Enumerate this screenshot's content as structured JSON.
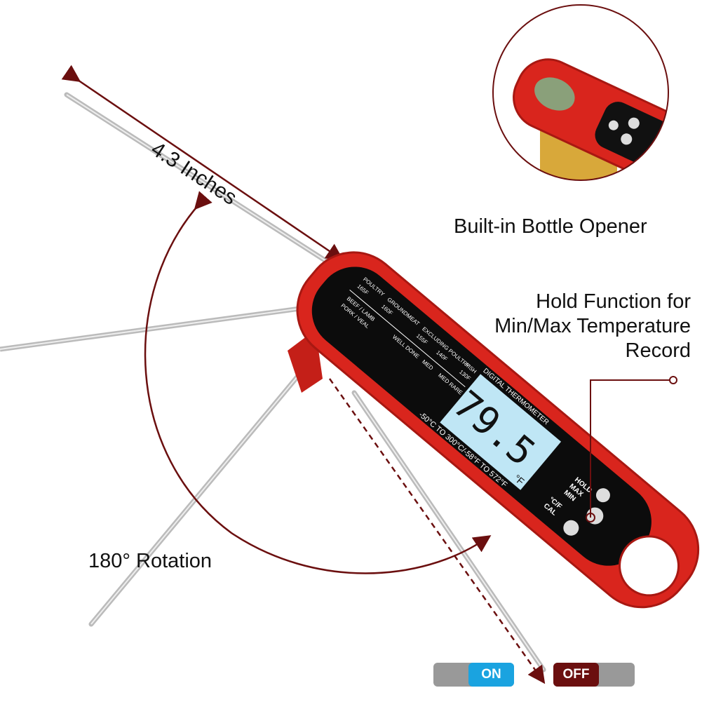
{
  "labels": {
    "length": "4.3 Inches",
    "bottle_opener": "Built-in Bottle Opener",
    "hold_function": [
      "Hold Function for",
      "Min/Max Temperature",
      "Record"
    ],
    "rotation": "180° Rotation"
  },
  "device": {
    "brand_text": "DIGITAL THERMOMETER",
    "reading": "79.5",
    "unit": "°F",
    "range": "-50°C TO 300°C/-58°F TO 572°F",
    "buttons": {
      "hold": "HOLD",
      "max": "MAX",
      "min": "MIN",
      "unit": "°C/F",
      "cal": "CAL"
    },
    "guide": [
      "POULTRY",
      "165F",
      "GROUNDMEAT",
      "160F",
      "EXCLUDING POULTRY",
      "155F",
      "140F",
      "FISH",
      "130F",
      "BEEF / LAMB",
      "PORK / VEAL",
      "WELL DONE",
      "MED",
      "MED RARE"
    ]
  },
  "toggle": {
    "on": "ON",
    "off": "OFF"
  },
  "colors": {
    "body": "#d9251d",
    "accent_dark": "#6b0f0f",
    "lcd": "#bfe6f5",
    "on": "#1aa3e0",
    "off": "#6b0f0f",
    "toggle_bg": "#999999"
  }
}
